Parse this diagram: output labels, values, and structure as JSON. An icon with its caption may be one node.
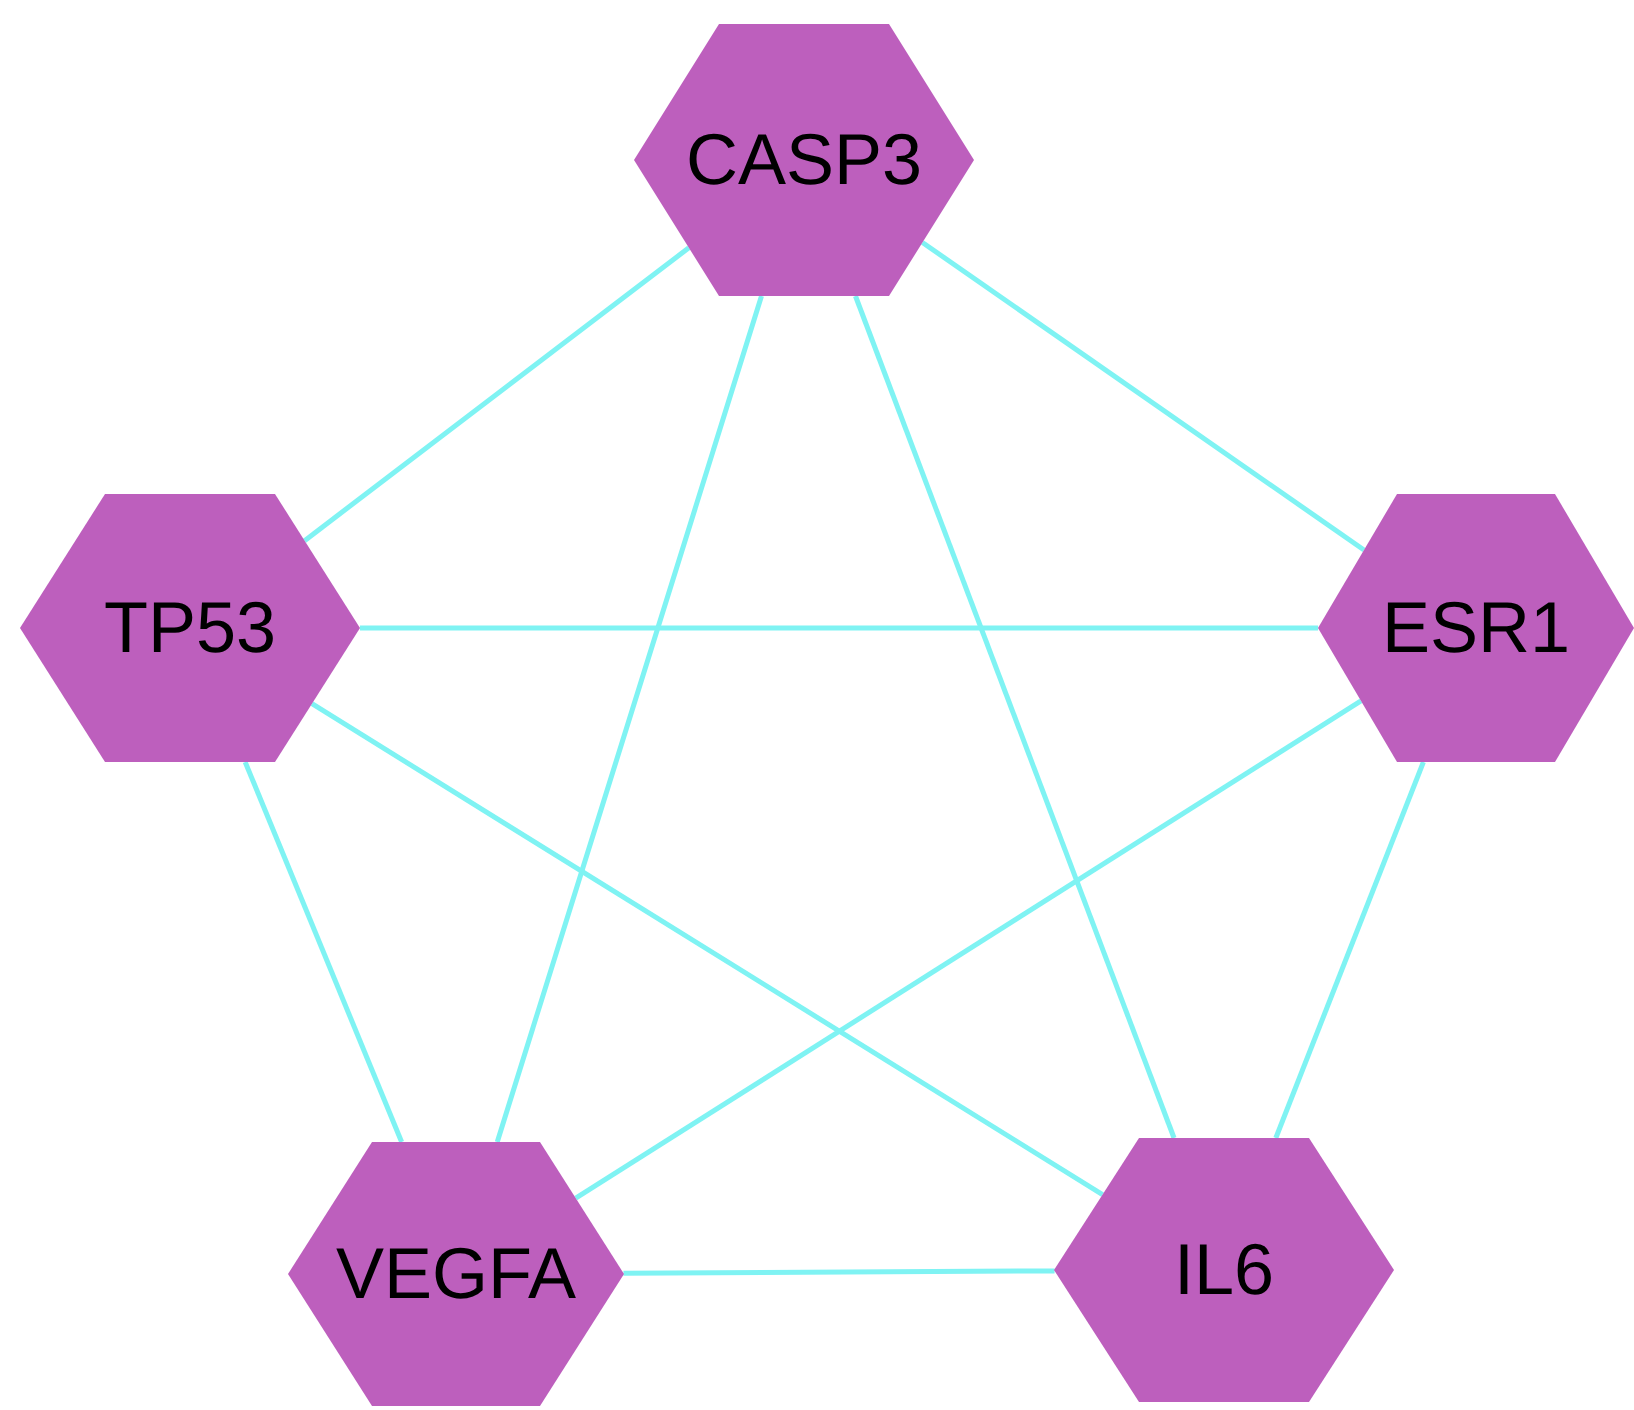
{
  "diagram": {
    "nodes": [
      {
        "text": [
          "CASP3"
        ]
      },
      {
        "text": [
          "TP53"
        ]
      },
      {
        "text": [
          "ESR1"
        ]
      },
      {
        "text": [
          "VEGFA"
        ]
      },
      {
        "text": [
          "IL6"
        ]
      }
    ],
    "edges": [
      {
        "from": 0,
        "to": 1,
        "arrow": "none"
      },
      {
        "from": 0,
        "to": 2,
        "arrow": "none"
      },
      {
        "from": 0,
        "to": 3,
        "arrow": "none"
      },
      {
        "from": 0,
        "to": 4,
        "arrow": "none"
      },
      {
        "from": 1,
        "to": 2,
        "arrow": "none"
      },
      {
        "from": 1,
        "to": 3,
        "arrow": "none"
      },
      {
        "from": 1,
        "to": 4,
        "arrow": "none"
      },
      {
        "from": 2,
        "to": 3,
        "arrow": "none"
      },
      {
        "from": 2,
        "to": 4,
        "arrow": "none"
      },
      {
        "from": 3,
        "to": 4,
        "arrow": "none"
      }
    ]
  }
}
